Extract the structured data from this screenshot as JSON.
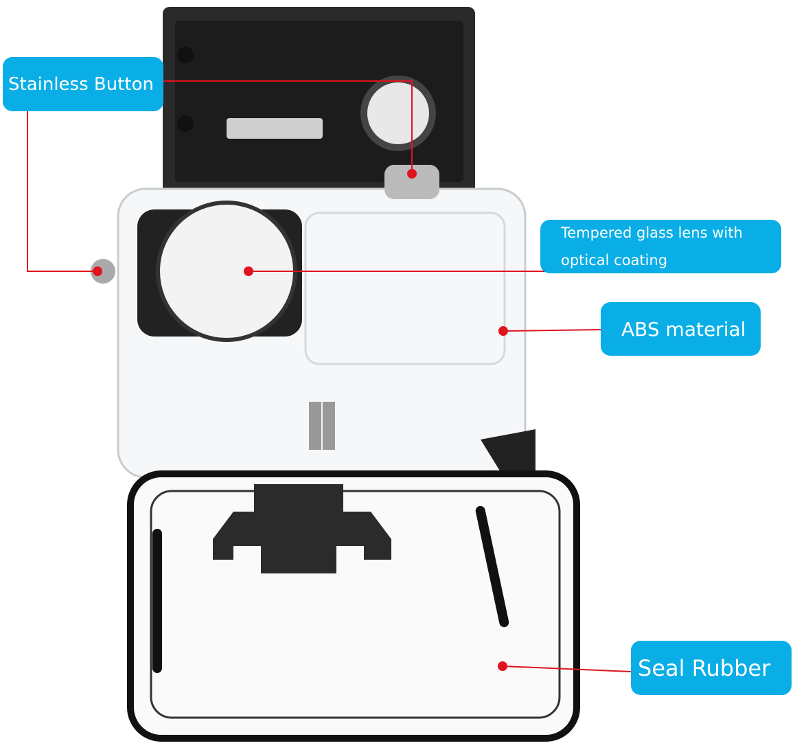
{
  "callouts": {
    "stainless_button": "Stainless Button",
    "lens_line1": "Tempered glass lens with",
    "lens_line2": "optical coating",
    "abs": "ABS material",
    "seal": "Seal Rubber"
  },
  "colors": {
    "callout_bg": "#0aaee6",
    "leader_line": "#e0141e"
  }
}
